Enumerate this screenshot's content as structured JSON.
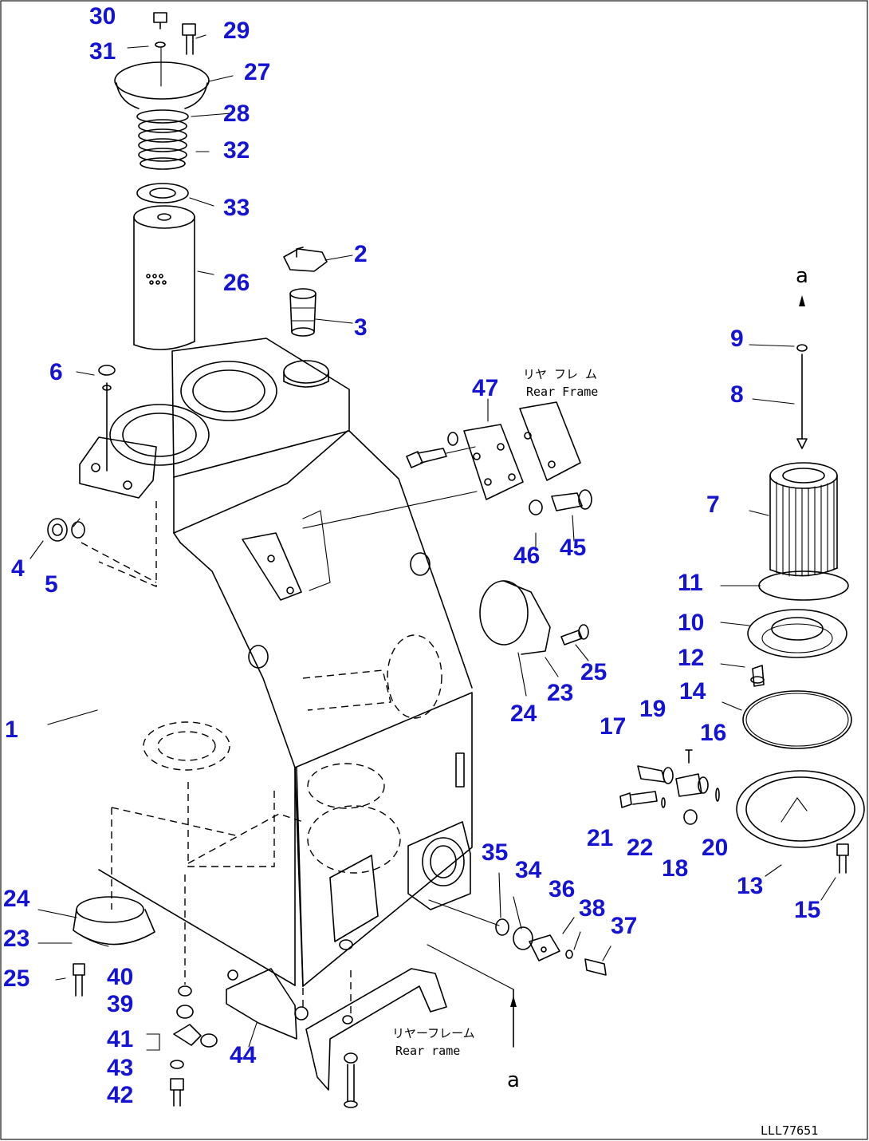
{
  "callouts": {
    "n1": "1",
    "n2": "2",
    "n3": "3",
    "n4": "4",
    "n5": "5",
    "n6": "6",
    "n7": "7",
    "n8": "8",
    "n9": "9",
    "n10": "10",
    "n11": "11",
    "n12": "12",
    "n13": "13",
    "n14": "14",
    "n15": "15",
    "n16": "16",
    "n17": "17",
    "n18": "18",
    "n19": "19",
    "n20": "20",
    "n21": "21",
    "n22": "22",
    "n23": "23",
    "n24": "24",
    "n25": "25",
    "n26": "26",
    "n27": "27",
    "n28": "28",
    "n29": "29",
    "n30": "30",
    "n31": "31",
    "n32": "32",
    "n33": "33",
    "n34": "34",
    "n35": "35",
    "n36": "36",
    "n37": "37",
    "n38": "38",
    "n39": "39",
    "n40": "40",
    "n41": "41",
    "n42": "42",
    "n43": "43",
    "n44": "44",
    "n45": "45",
    "n46": "46",
    "n47": "47"
  },
  "notes": {
    "rear_frame_jp_top": "リヤ フレ ム",
    "rear_frame_en_top": "Rear Frame",
    "rear_frame_jp_bottom": "リヤーフレーム",
    "rear_frame_en_bottom": "Rear rame",
    "ref_a_top": "a",
    "ref_a_bottom": "a",
    "drawing_code": "LLL77651"
  }
}
